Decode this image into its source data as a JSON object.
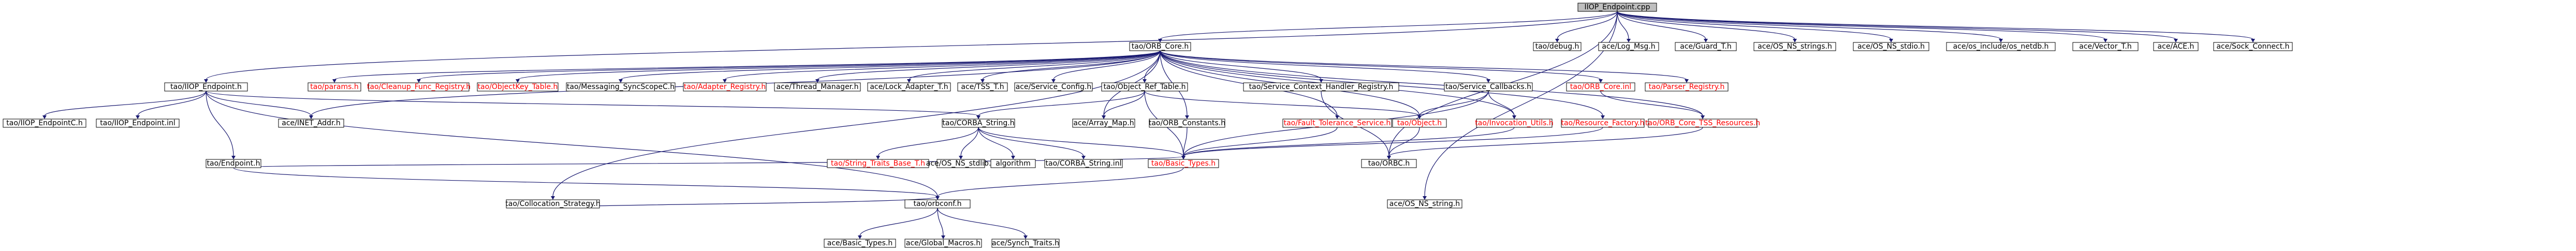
{
  "diagram": {
    "kind": "include-dependency-graph",
    "colors": {
      "edge": "#191970",
      "root_fill": "#bfbfbf",
      "box_border": "#000000",
      "red_label": "#ff0000",
      "black_label": "#000000"
    },
    "nodes": {
      "root": "IIOP_Endpoint.cpp",
      "orb_core_h": "tao/ORB_Core.h",
      "iiop_endpoint_h": "tao/IIOP_Endpoint.h",
      "debug_h": "tao/debug.h",
      "log_msg_h": "ace/Log_Msg.h",
      "guard_t_h": "ace/Guard_T.h",
      "os_ns_strings_h": "ace/OS_NS_strings.h",
      "os_ns_stdio_h": "ace/OS_NS_stdio.h",
      "os_netdb_h": "ace/os_include/os_netdb.h",
      "vector_t_h": "ace/Vector_T.h",
      "ace_h": "ace/ACE.h",
      "sock_connect_h": "ace/Sock_Connect.h",
      "iiop_endpoint_i": "tao/IIOP_EndpointC.h",
      "iiop_endpoint_inl": "tao/IIOP_Endpoint.inl",
      "inet_addr_h": "ace/INET_Addr.h",
      "endpoint_h": "tao/Endpoint.h",
      "corba_string_h": "tao/CORBA_String.h",
      "collocation_strategy_h": "tao/Collocation_Strategy.h",
      "params_h": "tao/params.h",
      "cleanup_func_registry_h": "tao/Cleanup_Func_Registry.h",
      "objectkey_table_h": "tao/ObjectKey_Table.h",
      "messaging_syncscopec_h": "tao/Messaging_SyncScopeC.h",
      "adapter_registry_h": "tao/Adapter_Registry.h",
      "thread_manager_h": "ace/Thread_Manager.h",
      "lock_adapter_t_h": "ace/Lock_Adapter_T.h",
      "tss_t_h": "ace/TSS_T.h",
      "service_config_h": "ace/Service_Config.h",
      "object_ref_table_h": "tao/Object_Ref_Table.h",
      "service_context_handler_registry_h": "tao/Service_Context_Handler_Registry.h",
      "service_callbacks_h": "tao/Service_Callbacks.h",
      "orb_core_inl": "tao/ORB_Core.inl",
      "parser_registry_h": "tao/Parser_Registry.h",
      "array_map_h": "ace/Array_Map.h",
      "orb_constants_h": "tao/ORB_Constants.h",
      "fault_tolerance_service_h": "tao/Fault_Tolerance_Service.h",
      "object_h": "tao/Object.h",
      "invocation_utils_h": "tao/Invocation_Utils.h",
      "resource_factory_h": "tao/Resource_Factory.h",
      "orb_core_tss_resources_h": "tao/ORB_Core_TSS_Resources.h",
      "string_traits_base_t_h": "tao/String_Traits_Base_T.h",
      "ace_ostdlib_h": "ace/OS_NS_stdlib.h",
      "algorithm": "algorithm",
      "corba_string_inl": "tao/CORBA_String.inl",
      "basic_types_h": "tao/Basic_Types.h",
      "corba_h": "tao/ORBC.h",
      "versioned_namespace_h": "tao/orbconf.h",
      "os_ns_string_h": "ace/OS_NS_string.h",
      "ace_basic_types_h": "ace/Basic_Types.h",
      "global_macros_h": "ace/Global_Macros.h",
      "synch_traits_h": "ace/Synch_Traits.h"
    }
  }
}
